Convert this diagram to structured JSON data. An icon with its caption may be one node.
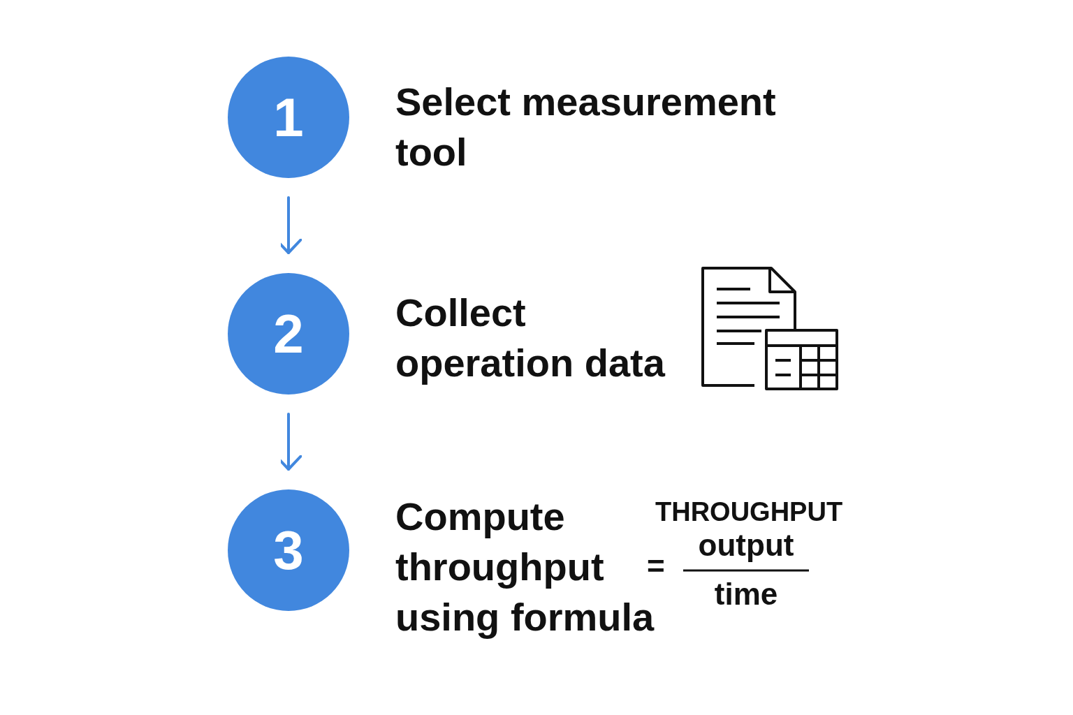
{
  "diagram": {
    "nodes": [
      {
        "text": [
          "1"
        ],
        "beside": [
          "Select measurement tool"
        ]
      },
      {
        "text": [
          "2"
        ],
        "beside": [
          "Collect operation data"
        ]
      },
      {
        "text": [
          "3"
        ],
        "beside": [
          "Compute throughput using formula"
        ]
      }
    ],
    "edges": [
      {
        "from": 0,
        "to": 1,
        "arrow": "to"
      },
      {
        "from": 1,
        "to": 2,
        "arrow": "to"
      }
    ],
    "labels": [
      "THROUGHPUT",
      "=",
      "output",
      "time"
    ]
  }
}
